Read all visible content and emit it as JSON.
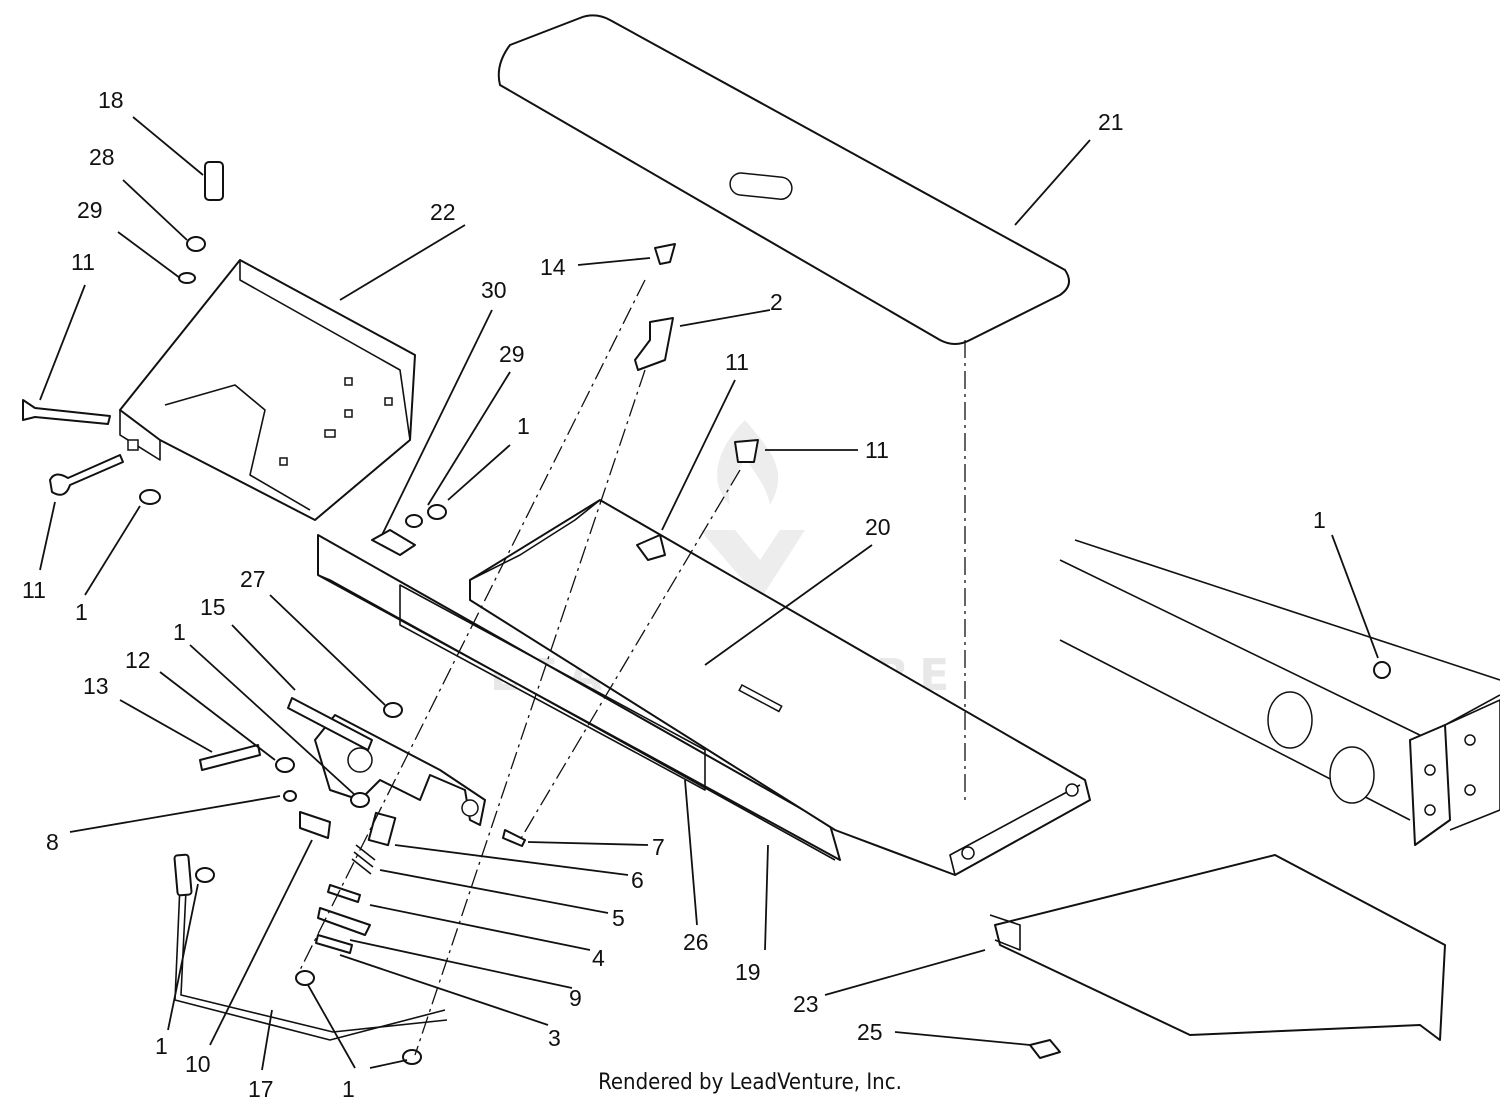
{
  "credit": "Rendered by LeadVenture, Inc.",
  "watermark": "LEADVENTURE",
  "callouts": [
    {
      "id": "c18",
      "text": "18"
    },
    {
      "id": "c28",
      "text": "28"
    },
    {
      "id": "c29a",
      "text": "29"
    },
    {
      "id": "c11a",
      "text": "11"
    },
    {
      "id": "c22",
      "text": "22"
    },
    {
      "id": "c30",
      "text": "30"
    },
    {
      "id": "c29b",
      "text": "29"
    },
    {
      "id": "c14",
      "text": "14"
    },
    {
      "id": "c2",
      "text": "2"
    },
    {
      "id": "c21",
      "text": "21"
    },
    {
      "id": "c11b",
      "text": "11"
    },
    {
      "id": "c11c",
      "text": "11"
    },
    {
      "id": "c1a",
      "text": "1"
    },
    {
      "id": "c11d",
      "text": "11"
    },
    {
      "id": "c1b",
      "text": "1"
    },
    {
      "id": "c20",
      "text": "20"
    },
    {
      "id": "c1c",
      "text": "1"
    },
    {
      "id": "c27",
      "text": "27"
    },
    {
      "id": "c15",
      "text": "15"
    },
    {
      "id": "c1d",
      "text": "1"
    },
    {
      "id": "c12",
      "text": "12"
    },
    {
      "id": "c13",
      "text": "13"
    },
    {
      "id": "c8",
      "text": "8"
    },
    {
      "id": "c7",
      "text": "7"
    },
    {
      "id": "c6",
      "text": "6"
    },
    {
      "id": "c5",
      "text": "5"
    },
    {
      "id": "c4",
      "text": "4"
    },
    {
      "id": "c9",
      "text": "9"
    },
    {
      "id": "c3",
      "text": "3"
    },
    {
      "id": "c26",
      "text": "26"
    },
    {
      "id": "c19",
      "text": "19"
    },
    {
      "id": "c23",
      "text": "23"
    },
    {
      "id": "c25",
      "text": "25"
    },
    {
      "id": "c1e",
      "text": "1"
    },
    {
      "id": "c10",
      "text": "10"
    },
    {
      "id": "c17",
      "text": "17"
    },
    {
      "id": "c1f",
      "text": "1"
    }
  ]
}
